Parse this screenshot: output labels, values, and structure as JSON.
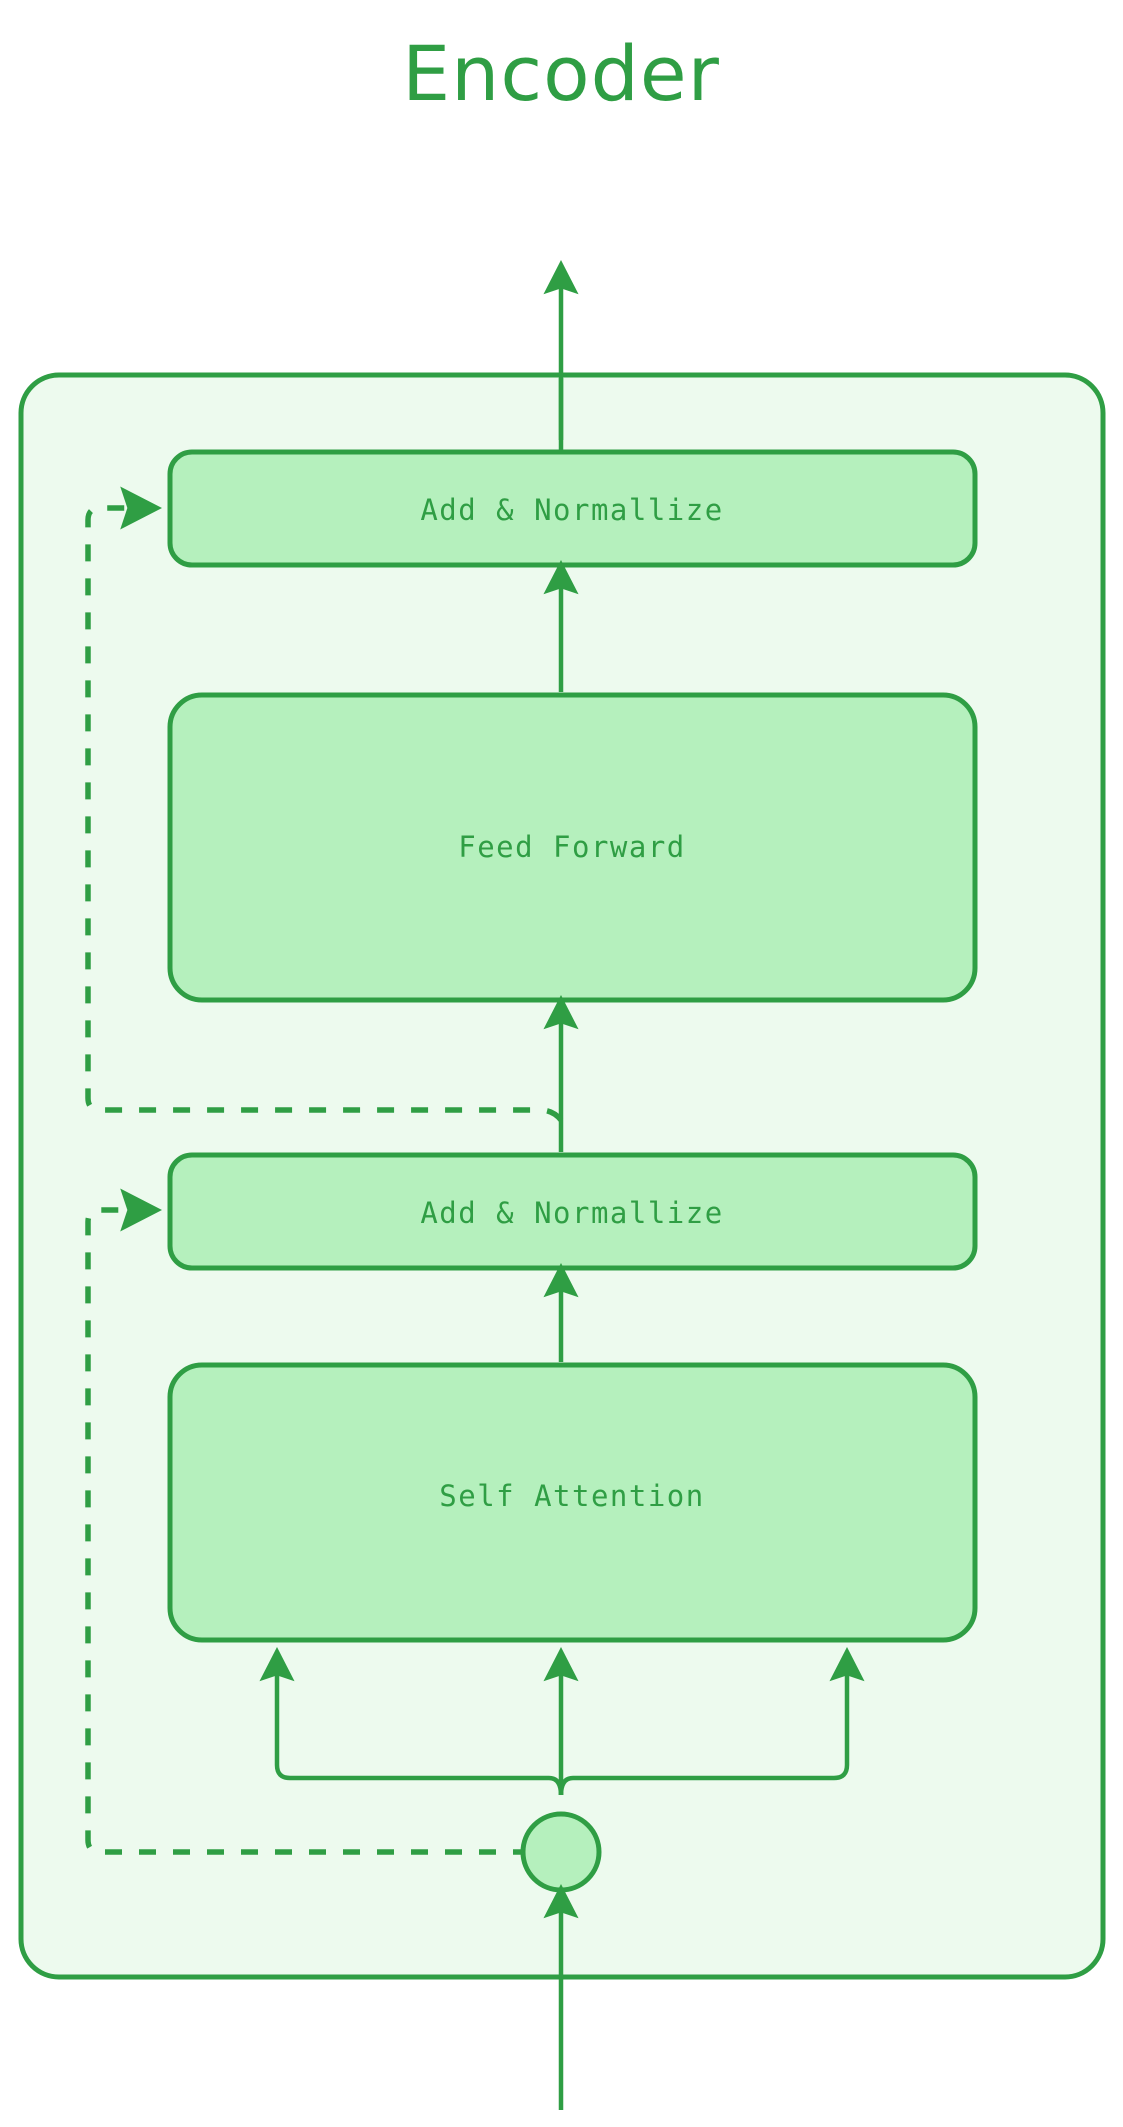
{
  "diagram": {
    "title": "Encoder",
    "type": "transformer-encoder-block",
    "theme": {
      "background": "#ffffff",
      "stroke": "#2f9e44",
      "container_fill": "#edfaee",
      "node_fill": "#b5f0bd",
      "text_color": "#2f9e44",
      "title_color": "#2f9e44"
    },
    "container": {
      "name": "encoder-block",
      "label": ""
    },
    "nodes": [
      {
        "id": "add-norm-top",
        "label": "Add & Normallize",
        "shape": "rounded-rect"
      },
      {
        "id": "feed-forward",
        "label": "Feed Forward",
        "shape": "rounded-rect"
      },
      {
        "id": "add-norm-bottom",
        "label": "Add & Normallize",
        "shape": "rounded-rect"
      },
      {
        "id": "self-attention",
        "label": "Self Attention",
        "shape": "rounded-rect"
      },
      {
        "id": "input-node",
        "label": "",
        "shape": "circle"
      }
    ],
    "edges": [
      {
        "from": "encoder-block-input",
        "to": "input-node",
        "style": "solid",
        "label": ""
      },
      {
        "from": "input-node",
        "to": "self-attention",
        "style": "solid",
        "label": "",
        "branches": 3
      },
      {
        "from": "self-attention",
        "to": "add-norm-bottom",
        "style": "solid",
        "label": ""
      },
      {
        "from": "input-node",
        "to": "add-norm-bottom",
        "style": "dashed",
        "label": ""
      },
      {
        "from": "add-norm-bottom",
        "to": "feed-forward",
        "style": "solid",
        "label": ""
      },
      {
        "from": "add-norm-bottom",
        "to": "add-norm-top",
        "style": "dashed",
        "label": ""
      },
      {
        "from": "feed-forward",
        "to": "add-norm-top",
        "style": "solid",
        "label": ""
      },
      {
        "from": "add-norm-top",
        "to": "encoder-output",
        "style": "solid",
        "label": ""
      }
    ]
  }
}
